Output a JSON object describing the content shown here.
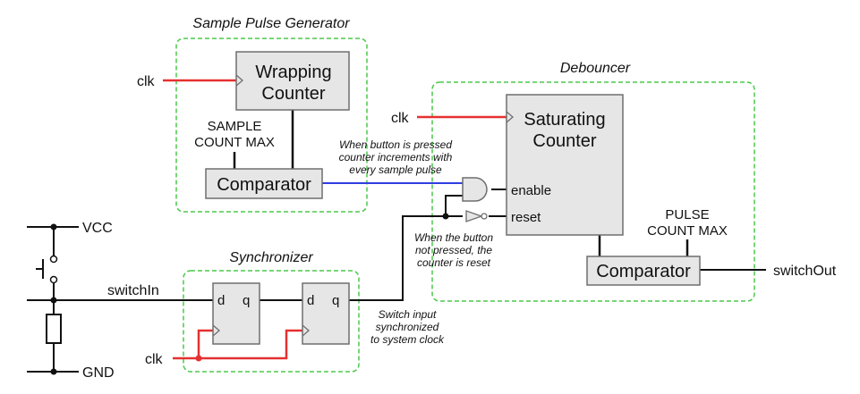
{
  "colors": {
    "group_border": "#4cc94c",
    "clock_wire": "#e53030",
    "pulse_wire": "#2f3de0",
    "wire": "#111111",
    "block_fill": "#e6e6e6",
    "block_stroke": "#6e6e6e"
  },
  "groups": {
    "sample_pulse_generator": "Sample Pulse Generator",
    "debouncer": "Debouncer",
    "synchronizer": "Synchronizer"
  },
  "blocks": {
    "wrapping_counter": [
      "Wrapping",
      "Counter"
    ],
    "saturating_counter": [
      "Saturating",
      "Counter"
    ],
    "comparator_sample": "Comparator",
    "comparator_debounce": "Comparator",
    "ff_d": "d",
    "ff_q": "q"
  },
  "ports": {
    "enable": "enable",
    "reset": "reset"
  },
  "signals": {
    "clk": "clk",
    "vcc": "VCC",
    "gnd": "GND",
    "switch_in": "switchIn",
    "switch_out": "switchOut"
  },
  "constants": {
    "sample_count_max": [
      "SAMPLE",
      "COUNT MAX"
    ],
    "pulse_count_max": [
      "PULSE",
      "COUNT MAX"
    ]
  },
  "annotations": {
    "button_pressed": [
      "When button is pressed",
      "counter increments with",
      "every sample pulse"
    ],
    "button_not_pressed": [
      "When the button",
      "not pressed, the",
      "counter is reset"
    ],
    "switch_sync": [
      "Switch input",
      "synchronized",
      "to system clock"
    ]
  }
}
